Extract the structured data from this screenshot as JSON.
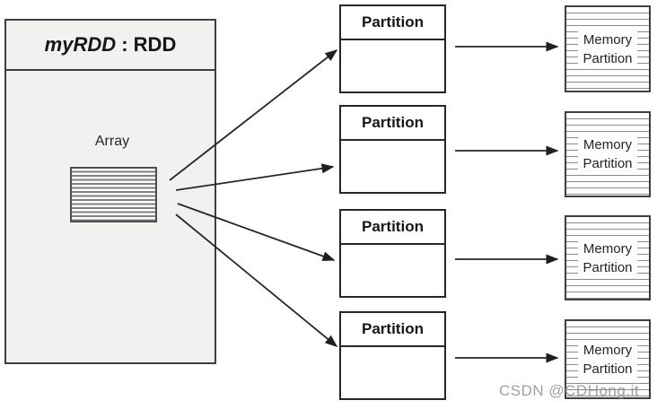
{
  "rdd": {
    "title_name": "myRDD",
    "title_separator": " : ",
    "title_type": "RDD",
    "array_label": "Array"
  },
  "partitions": [
    {
      "label": "Partition"
    },
    {
      "label": "Partition"
    },
    {
      "label": "Partition"
    },
    {
      "label": "Partition"
    }
  ],
  "memory_partitions": [
    {
      "line1": "Memory",
      "line2": "Partition"
    },
    {
      "line1": "Memory",
      "line2": "Partition"
    },
    {
      "line1": "Memory",
      "line2": "Partition"
    },
    {
      "line1": "Memory",
      "line2": "Partition"
    }
  ],
  "watermark": "CSDN @CDHong.it",
  "colors": {
    "rdd_fill": "#f1f1f0",
    "box_border": "#3f3f3f",
    "partition_border": "#262626",
    "stripe_dark": "#7f7f7f",
    "stripe_line": "#8c8c8c",
    "arrow": "#262626",
    "watermark_gray": "#8c9094",
    "background": "#ffffff"
  }
}
